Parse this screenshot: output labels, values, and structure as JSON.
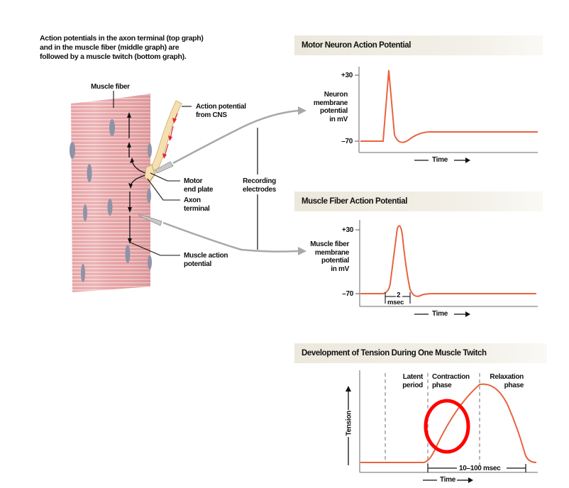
{
  "caption": {
    "lines": [
      "Action potentials in the axon terminal (top graph)",
      "and in the muscle fiber (middle graph) are",
      "followed by a muscle twitch (bottom graph)."
    ]
  },
  "diagram": {
    "labels": {
      "muscle_fiber": "Muscle fiber",
      "action_potential_from_cns": [
        "Action potential",
        "from CNS"
      ],
      "motor_end_plate": [
        "Motor",
        "end plate"
      ],
      "axon_terminal": [
        "Axon",
        "terminal"
      ],
      "recording_electrodes": [
        "Recording",
        "electrodes"
      ],
      "muscle_action_potential": [
        "Muscle action",
        "potential"
      ]
    },
    "colors": {
      "muscle": "#e7a3a6",
      "muscle_stripe": "#f6d4d4",
      "nucleus": "#8f93a8",
      "axon": "#f6dfb0",
      "signal_arrow": "#e0262b",
      "wire": "#a8a8a8",
      "curve": "#e8643f",
      "highlight_circle": "#ff0000"
    }
  },
  "panels": {
    "neuron": {
      "title": "Motor Neuron Action Potential",
      "ylabel": [
        "Neuron",
        "membrane",
        "potential",
        "in mV"
      ],
      "tick_top": "+30",
      "tick_bottom": "–70",
      "xlabel": "Time"
    },
    "muscle": {
      "title": "Muscle Fiber Action Potential",
      "ylabel": [
        "Muscle fiber",
        "membrane",
        "potential",
        "in mV"
      ],
      "tick_top": "+30",
      "tick_bottom": "–70",
      "duration_value": "2",
      "duration_unit": "msec",
      "xlabel": "Time"
    },
    "twitch": {
      "title": "Development of Tension During One Muscle Twitch",
      "ylabel": "Tension",
      "phases": {
        "latent": [
          "Latent",
          "period"
        ],
        "contraction": [
          "Contraction",
          "phase"
        ],
        "relaxation": [
          "Relaxation",
          "phase"
        ]
      },
      "duration": "10–100 msec",
      "xlabel": "Time"
    }
  },
  "chart_data": [
    {
      "type": "line",
      "title": "Motor Neuron Action Potential",
      "xlabel": "Time",
      "ylabel": "Neuron membrane potential in mV",
      "yticks": [
        30,
        -70
      ],
      "ylim": [
        -80,
        35
      ],
      "x": [
        0,
        1,
        1.2,
        1.6,
        2.0,
        2.6,
        3.2,
        4,
        6,
        10
      ],
      "y": [
        -70,
        -70,
        36,
        -50,
        -74,
        -70,
        -64,
        -63,
        -63,
        -63
      ],
      "grid": false
    },
    {
      "type": "line",
      "title": "Muscle Fiber Action Potential",
      "xlabel": "Time",
      "ylabel": "Muscle fiber membrane potential in mV",
      "yticks": [
        30,
        -70
      ],
      "ylim": [
        -80,
        35
      ],
      "x": [
        0,
        1.5,
        2.0,
        2.3,
        2.6,
        3.0,
        3.5,
        4,
        10
      ],
      "y": [
        -70,
        -70,
        -50,
        30,
        10,
        -70,
        -74,
        -70,
        -70
      ],
      "annotations": [
        "2 msec (duration of action potential)"
      ],
      "grid": false
    },
    {
      "type": "line",
      "title": "Development of Tension During One Muscle Twitch",
      "xlabel": "Time",
      "ylabel": "Tension",
      "phases": [
        "Latent period",
        "Contraction phase",
        "Relaxation phase"
      ],
      "x": [
        0,
        1,
        2,
        3,
        4,
        5,
        6,
        7
      ],
      "y": [
        0,
        0,
        0,
        0.55,
        1.0,
        0.85,
        0.3,
        0
      ],
      "annotations": [
        "10–100 msec"
      ],
      "grid": false
    }
  ]
}
